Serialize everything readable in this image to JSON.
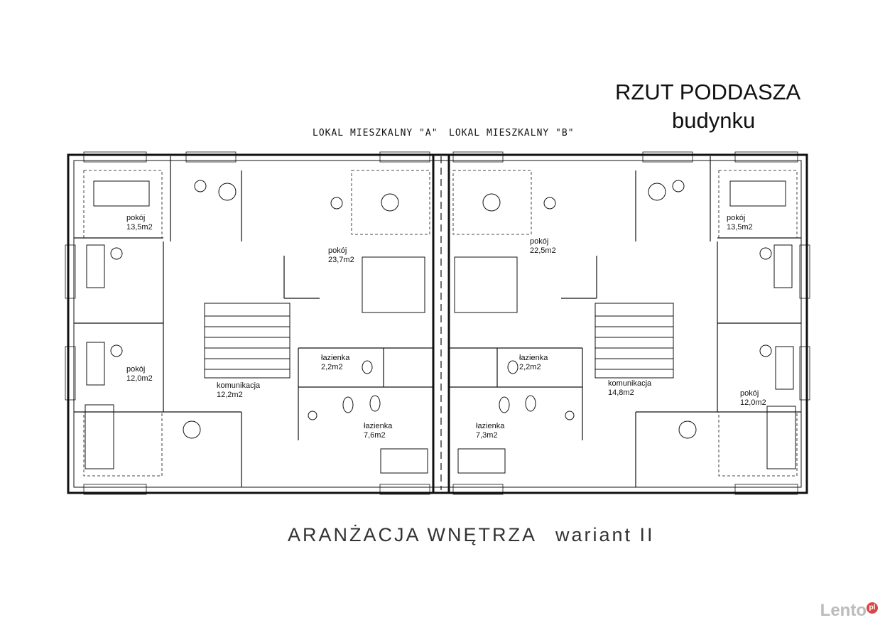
{
  "title": {
    "line1": "RZUT PODDASZA",
    "line2": "budynku"
  },
  "units": {
    "a": "LOKAL MIESZKALNY \"A\"",
    "b": "LOKAL MIESZKALNY \"B\""
  },
  "footer": {
    "main": "ARANŻACJA WNĘTRZA",
    "variant": "wariant II"
  },
  "watermark": {
    "brand": "Lento",
    "tld": "pl"
  },
  "rooms": [
    {
      "name": "pokój",
      "area": "13,5m2"
    },
    {
      "name": "pokój",
      "area": "12,0m2"
    },
    {
      "name": "pokój",
      "area": "23,7m2"
    },
    {
      "name": "komunikacja",
      "area": "12,2m2"
    },
    {
      "name": "łazienka",
      "area": "2,2m2"
    },
    {
      "name": "łazienka",
      "area": "7,6m2"
    },
    {
      "name": "pokój",
      "area": "22,5m2"
    },
    {
      "name": "łazienka",
      "area": "2,2m2"
    },
    {
      "name": "łazienka",
      "area": "7,3m2"
    },
    {
      "name": "komunikacja",
      "area": "14,8m2"
    },
    {
      "name": "pokój",
      "area": "13,5m2"
    },
    {
      "name": "pokój",
      "area": "12,0m2"
    }
  ]
}
